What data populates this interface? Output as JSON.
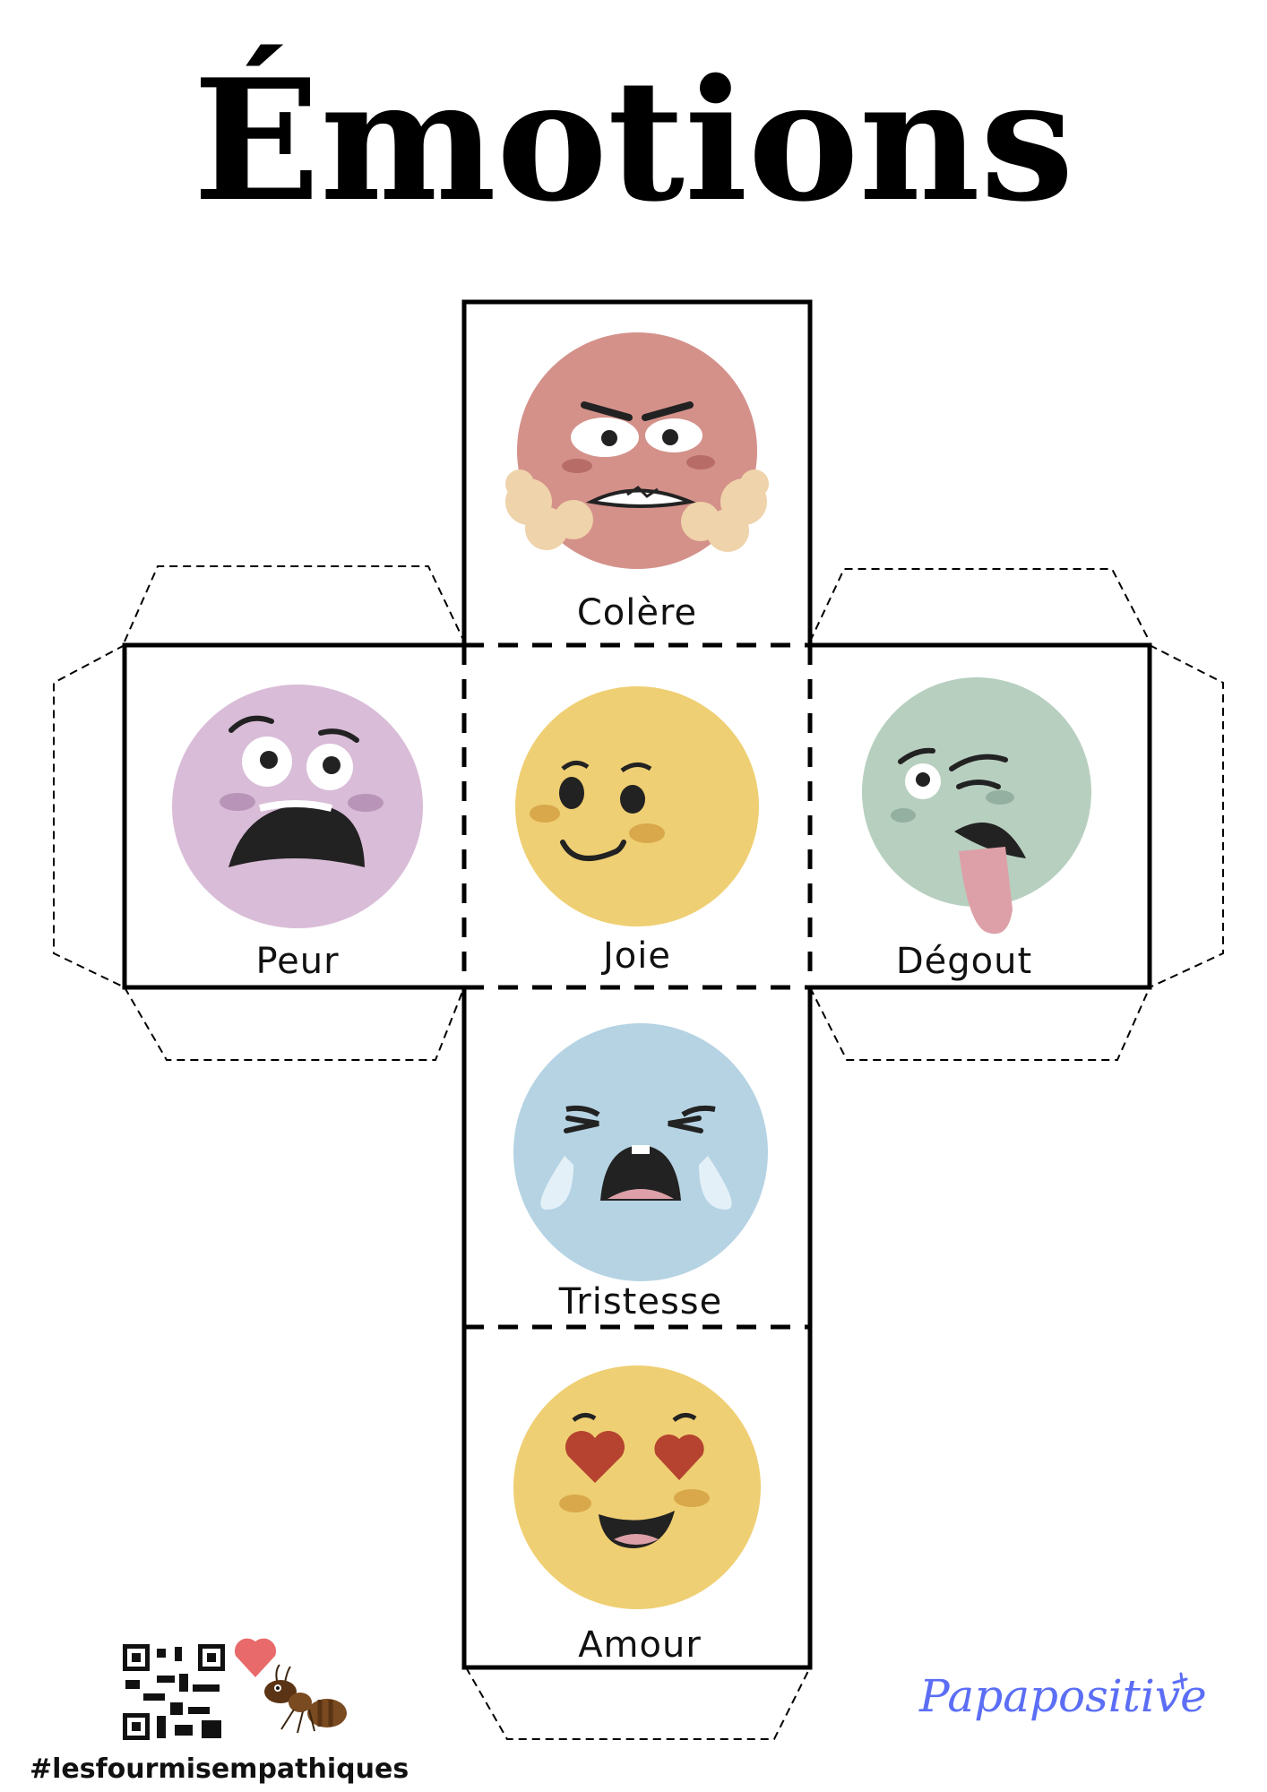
{
  "title": "Émotions",
  "faces": {
    "colere": {
      "label": "Colère",
      "color": "#d4918a"
    },
    "peur": {
      "label": "Peur",
      "color": "#d9bcd8"
    },
    "joie": {
      "label": "Joie",
      "color": "#efcf73"
    },
    "degout": {
      "label": "Dégout",
      "color": "#b7cfbf"
    },
    "tristesse": {
      "label": "Tristesse",
      "color": "#b5d3e3"
    },
    "amour": {
      "label": "Amour",
      "color": "#efcf73"
    }
  },
  "footer": {
    "hashtag": "#lesfourmisempathiques",
    "brand": "Papapositive"
  }
}
